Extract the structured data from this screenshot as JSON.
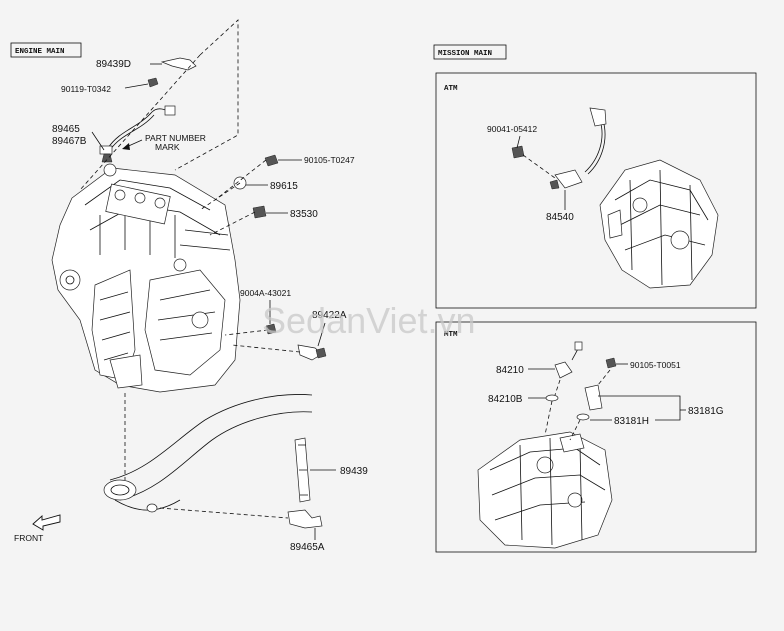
{
  "engine_section": {
    "title": "ENGINE MAIN"
  },
  "mission_section": {
    "title": "MISSION MAIN",
    "atm_label": "ATM",
    "mtm_label": "MTM"
  },
  "part_number_mark": [
    "PART NUMBER",
    "MARK"
  ],
  "front_label": "FRONT",
  "watermark": "SedanViet.vn",
  "callouts": {
    "p89439D": "89439D",
    "p90119": "90119-T0342",
    "p89465": "89465",
    "p89467B": "89467B",
    "p90105a": "90105-T0247",
    "p89615": "89615",
    "p83530": "83530",
    "p9004A": "9004A-43021",
    "p89422A": "89422A",
    "p89439": "89439",
    "p89465A": "89465A",
    "p90041": "90041-05412",
    "p84540": "84540",
    "p84210": "84210",
    "p84210B": "84210B",
    "p90105b": "90105-T0051",
    "p83181G": "83181G",
    "p83181H": "83181H"
  },
  "colors": {
    "line": "#111111",
    "background": "#f4f4f4",
    "watermark": "#c9c9c9"
  }
}
